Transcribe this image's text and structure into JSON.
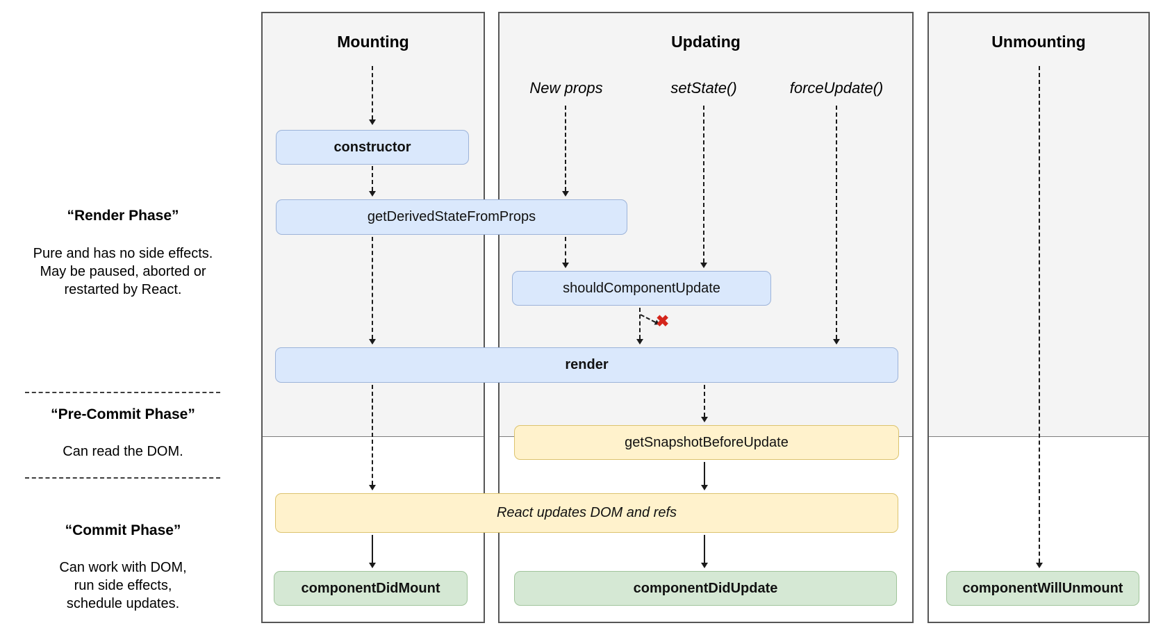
{
  "left_panel": {
    "sections": [
      {
        "title": "“Render Phase”",
        "body": "Pure and has no side effects.\nMay be paused, aborted or\nrestarted by React."
      },
      {
        "title": "“Pre-Commit Phase”",
        "body": "Can read the DOM."
      },
      {
        "title": "“Commit Phase”",
        "body": "Can work with DOM,\nrun side effects,\nschedule updates."
      }
    ]
  },
  "columns": {
    "mounting": {
      "title": "Mounting"
    },
    "updating": {
      "title": "Updating",
      "triggers": [
        "New props",
        "setState()",
        "forceUpdate()"
      ]
    },
    "unmounting": {
      "title": "Unmounting"
    }
  },
  "boxes": {
    "ctor": "constructor",
    "get_derived": "getDerivedStateFromProps",
    "should_update": "shouldComponentUpdate",
    "render": "render",
    "get_snapshot": "getSnapshotBeforeUpdate",
    "react_updates": "React updates DOM and refs",
    "did_mount": "componentDidMount",
    "did_update": "componentDidUpdate",
    "will_unmount": "componentWillUnmount"
  },
  "icons": {
    "abort_x": "✖"
  },
  "colors": {
    "lifecycle_method_fill": "#dae8fc",
    "lifecycle_method_border": "#9cb3d9",
    "react_internal_fill": "#fff2cc",
    "react_internal_border": "#dcc36e",
    "commit_method_fill": "#d5e8d4",
    "commit_method_border": "#a0c49b",
    "phase_background": "#f4f4f4",
    "abort_x_red": "#d4261c"
  }
}
